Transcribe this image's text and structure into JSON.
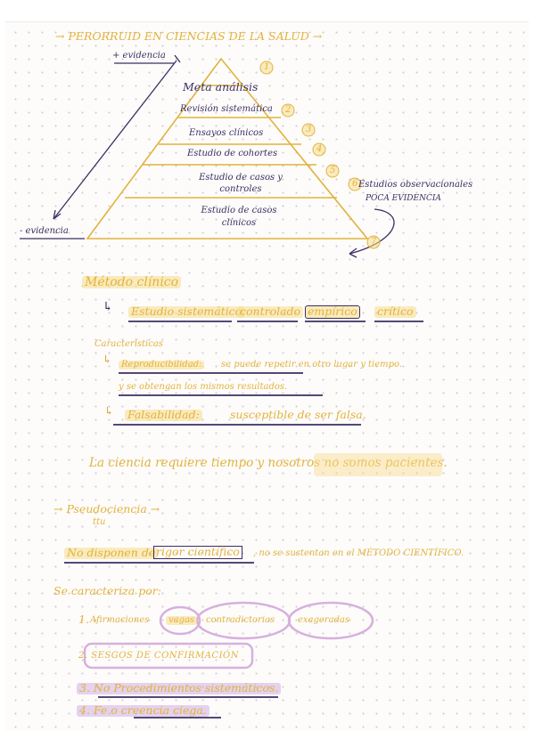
{
  "pyramid": {
    "heading": "→ PERORRUID EN CIENCIAS DE LA SALUD →",
    "top_arrow_label": "+ evidencia",
    "bottom_arrow_label": "- evidencia",
    "levels": [
      "Meta análisis",
      "Revisión sistemática",
      "Ensayos clínicos",
      "Estudio de cohortes",
      "Estudio de casos y controles",
      "Estudio de casos clínicos"
    ],
    "level_numbers": [
      "1",
      "2",
      "3",
      "4",
      "5",
      "6",
      "7"
    ],
    "side_note_line1": "Estudios observacionales",
    "side_note_line2": "POCA EVIDENCIA"
  },
  "metodo": {
    "title": "Método clínico",
    "definition_words": [
      "Estudio sistemático",
      "controlado",
      "empírico",
      "crítico"
    ],
    "characteristics_label": "Características",
    "reproducibilidad_label": "Reproducibilidad:",
    "reproducibilidad_text": "se puede repetir en otro lugar y tiempo.",
    "reproducibilidad_text2": "y se obtengan los mismos resultados.",
    "falsabilidad_label": "Falsabilidad:",
    "falsabilidad_text": "susceptible de ser falsa.",
    "note": "La ciencia requiere tiempo y nosotros no somos pacientes."
  },
  "pseudo": {
    "title": "→ Pseudociencia →",
    "subtitle": "ttu",
    "statement_start": "No disponen de",
    "statement_boxed": "rigor científico",
    "statement_end": ", no se sustentan en el MÉTODO CIENTÍFICO.",
    "se_caracteriza": "Se caracteriza por:",
    "item1_num": "1.",
    "item1_words": [
      "Afirmaciones",
      "vagas",
      "contradictorias",
      "exageradas"
    ],
    "item2": "2. SESGOS DE CONFIRMACIÓN",
    "item3": "3. No Procedimientos sistemáticos.",
    "item4": "4. Fe o creencia ciega."
  },
  "colors": {
    "gold": "#e2b23c",
    "dark_ink": "#3c2f62",
    "highlight_yellow": "#f8dc8c",
    "highlight_purple": "#d2afe1"
  }
}
